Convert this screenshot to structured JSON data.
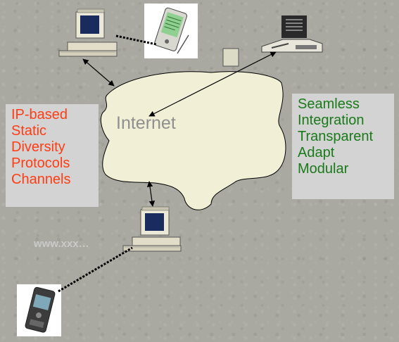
{
  "cloud_label": "Internet",
  "left_list": [
    "IP-based",
    "Static",
    "Diversity",
    "Protocols",
    "Channels"
  ],
  "right_list": [
    "Seamless",
    "Integration",
    "Transparent",
    "Adapt",
    "Modular"
  ],
  "server_label": "www.xxx…",
  "colors": {
    "left_text": "#ff3c14",
    "right_text": "#1a7a1a",
    "box_bg": "#d3d3d3",
    "cloud_fill": "#f1efd6",
    "cloud_label": "#8f8f8f"
  }
}
